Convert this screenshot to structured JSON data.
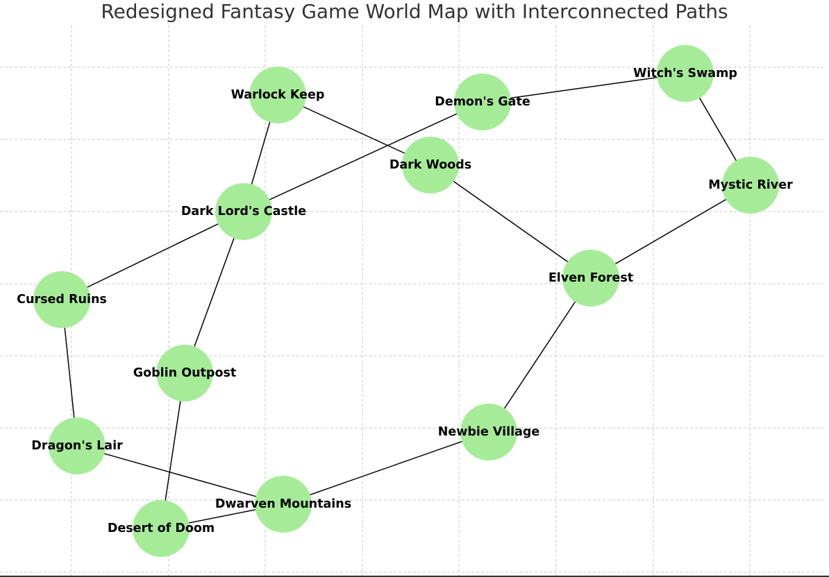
{
  "title": "Redesigned Fantasy Game World Map with Interconnected Paths",
  "style": {
    "node_color": "#a6ec98",
    "edge_color": "#000000",
    "grid_color": "#c8c8c8",
    "title_color": "#333333",
    "grid": true
  },
  "locations": [
    {
      "id": "warlock-keep",
      "name": "Warlock Keep"
    },
    {
      "id": "demons-gate",
      "name": "Demon's Gate"
    },
    {
      "id": "witchs-swamp",
      "name": "Witch's Swamp"
    },
    {
      "id": "dark-woods",
      "name": "Dark Woods"
    },
    {
      "id": "mystic-river",
      "name": "Mystic River"
    },
    {
      "id": "dark-lords-castle",
      "name": "Dark Lord's Castle"
    },
    {
      "id": "elven-forest",
      "name": "Elven Forest"
    },
    {
      "id": "cursed-ruins",
      "name": "Cursed Ruins"
    },
    {
      "id": "goblin-outpost",
      "name": "Goblin Outpost"
    },
    {
      "id": "newbie-village",
      "name": "Newbie Village"
    },
    {
      "id": "dragons-lair",
      "name": "Dragon's Lair"
    },
    {
      "id": "dwarven-mountains",
      "name": "Dwarven Mountains"
    },
    {
      "id": "desert-of-doom",
      "name": "Desert of Doom"
    }
  ],
  "paths": [
    {
      "from": "warlock-keep",
      "to": "dark-woods"
    },
    {
      "from": "warlock-keep",
      "to": "dark-lords-castle"
    },
    {
      "from": "demons-gate",
      "to": "witchs-swamp"
    },
    {
      "from": "demons-gate",
      "to": "dark-lords-castle"
    },
    {
      "from": "witchs-swamp",
      "to": "mystic-river"
    },
    {
      "from": "dark-woods",
      "to": "elven-forest"
    },
    {
      "from": "mystic-river",
      "to": "elven-forest"
    },
    {
      "from": "dark-lords-castle",
      "to": "cursed-ruins"
    },
    {
      "from": "dark-lords-castle",
      "to": "goblin-outpost"
    },
    {
      "from": "elven-forest",
      "to": "newbie-village"
    },
    {
      "from": "cursed-ruins",
      "to": "dragons-lair"
    },
    {
      "from": "goblin-outpost",
      "to": "desert-of-doom"
    },
    {
      "from": "newbie-village",
      "to": "dwarven-mountains"
    },
    {
      "from": "dragons-lair",
      "to": "dwarven-mountains"
    },
    {
      "from": "dwarven-mountains",
      "to": "desert-of-doom"
    }
  ]
}
